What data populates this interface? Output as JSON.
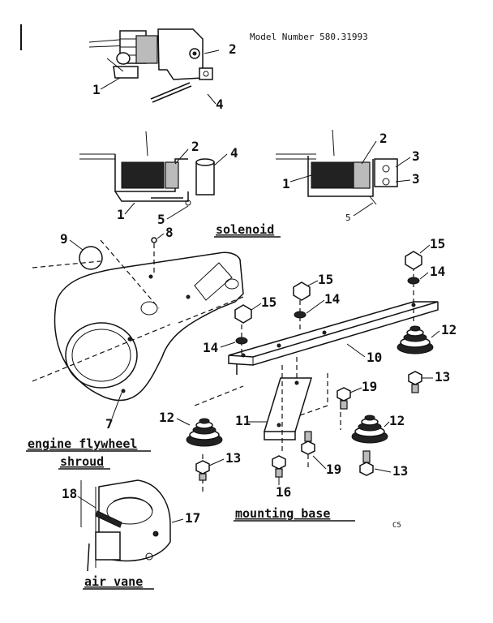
{
  "header": {
    "model_number": "Model Number 580.31993"
  },
  "sections": {
    "solenoid": "solenoid",
    "shroud_line1": "engine flywheel",
    "shroud_line2": "shroud",
    "mounting_base": "mounting base",
    "air_vane": "air vane"
  },
  "page_code": "C5",
  "callouts": {
    "top_1": "1",
    "top_2": "2",
    "top_4": "4",
    "left_sol_1": "1",
    "left_sol_2": "2",
    "left_sol_4": "4",
    "left_sol_5": "5",
    "right_sol_1": "1",
    "right_sol_2": "2",
    "right_sol_3a": "3",
    "right_sol_3b": "3",
    "right_sol_5": "5",
    "shroud_9": "9",
    "shroud_8": "8",
    "shroud_7": "7",
    "base_15a": "15",
    "base_15b": "15",
    "base_15c": "15",
    "base_14a": "14",
    "base_14b": "14",
    "base_14c": "14",
    "base_10": "10",
    "base_12a": "12",
    "base_12b": "12",
    "base_12c": "12",
    "base_13a": "13",
    "base_13b": "13",
    "base_13c": "13",
    "base_19a": "19",
    "base_19b": "19",
    "base_11": "11",
    "base_16": "16",
    "vane_18": "18",
    "vane_17": "17"
  }
}
